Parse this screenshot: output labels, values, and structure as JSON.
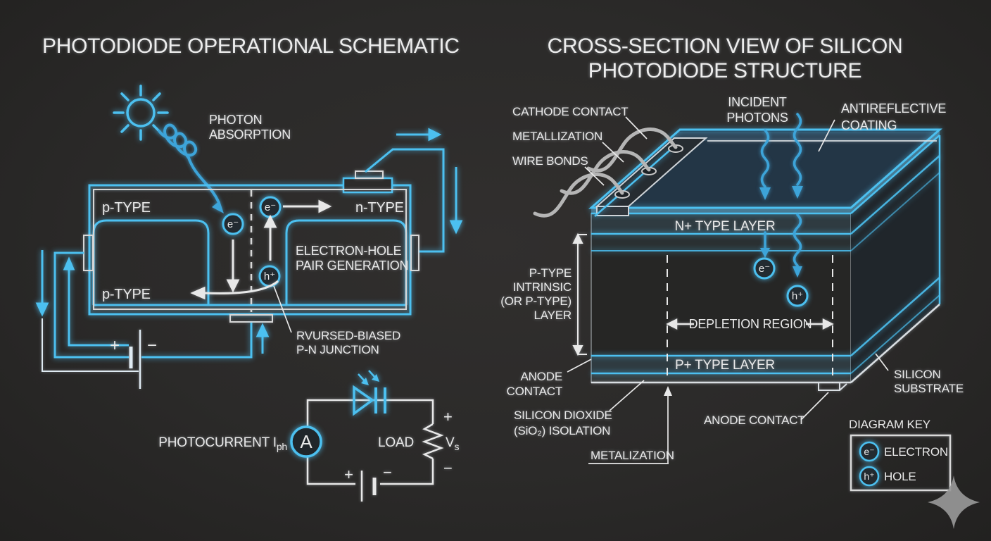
{
  "colors": {
    "background": "#2b2a29",
    "line_blue": "#4cc0f0",
    "photon_blue": "#3da4d9",
    "line_white": "#e8e8e8",
    "metal_gray": "#b5b5b5",
    "text": "#e9e9e9"
  },
  "left_panel": {
    "title": "PHOTODIODE OPERATIONAL SCHEMATIC",
    "photon_absorption": [
      "PHOTON",
      "ABSORPTION"
    ],
    "region_labels": {
      "p_type_top": "p-TYPE",
      "n_type": "n-TYPE",
      "p_type_bottom": "p-TYPE"
    },
    "pair_generation": [
      "ELECTRON-HOLE",
      "PAIR GENERATION"
    ],
    "junction_label": [
      "RVURSED-BIASED",
      "P-N JUNCTION"
    ],
    "electron_symbol": "e⁻",
    "hole_symbol": "h⁺",
    "battery": {
      "plus": "+",
      "minus": "−"
    },
    "circuit": {
      "photocurrent_label": "PHOTOCURRENT I",
      "photocurrent_sub": "ph",
      "ammeter_label": "A",
      "load_label": "LOAD",
      "vs_label": "V",
      "vs_sub": "s",
      "vs_plus": "+",
      "vs_minus": "−",
      "battery_plus": "+",
      "battery_minus": "−"
    }
  },
  "right_panel": {
    "title": [
      "CROSS-SECTION VIEW OF SILICON",
      "PHOTODIODE STRUCTURE"
    ],
    "labels": {
      "cathode_contact": "CATHODE CONTACT",
      "metallization": "METALLIZATION",
      "wire_bonds": "WIRE BONDS",
      "incident_photons": [
        "INCIDENT",
        "PHOTONS"
      ],
      "antireflective": [
        "ANTIREFLECTIVE",
        "COATING"
      ],
      "n_plus_layer": "N+ TYPE LAYER",
      "p_intrinsic": [
        "P-TYPE",
        "INTRINSIC",
        "(OR P-TYPE)",
        "LAYER"
      ],
      "depletion_region": "DEPLETION REGION",
      "p_plus_layer": "P+ TYPE LAYER",
      "anode_contact_left": [
        "ANODE",
        "CONTACT"
      ],
      "silicon_dioxide": [
        "SILICON DIOXIDE",
        "(SiO₂) ISOLATION"
      ],
      "metalization": "METALIZATION",
      "anode_contact_bottom": "ANODE CONTACT",
      "silicon_substrate": [
        "SILICON",
        "SUBSTRATE"
      ]
    },
    "electron_symbol": "e⁻",
    "hole_symbol": "h⁺"
  },
  "diagram_key": {
    "title": "DIAGRAM KEY",
    "entries": [
      {
        "symbol": "e⁻",
        "label": "ELECTRON"
      },
      {
        "symbol": "h⁺",
        "label": "HOLE"
      }
    ]
  }
}
